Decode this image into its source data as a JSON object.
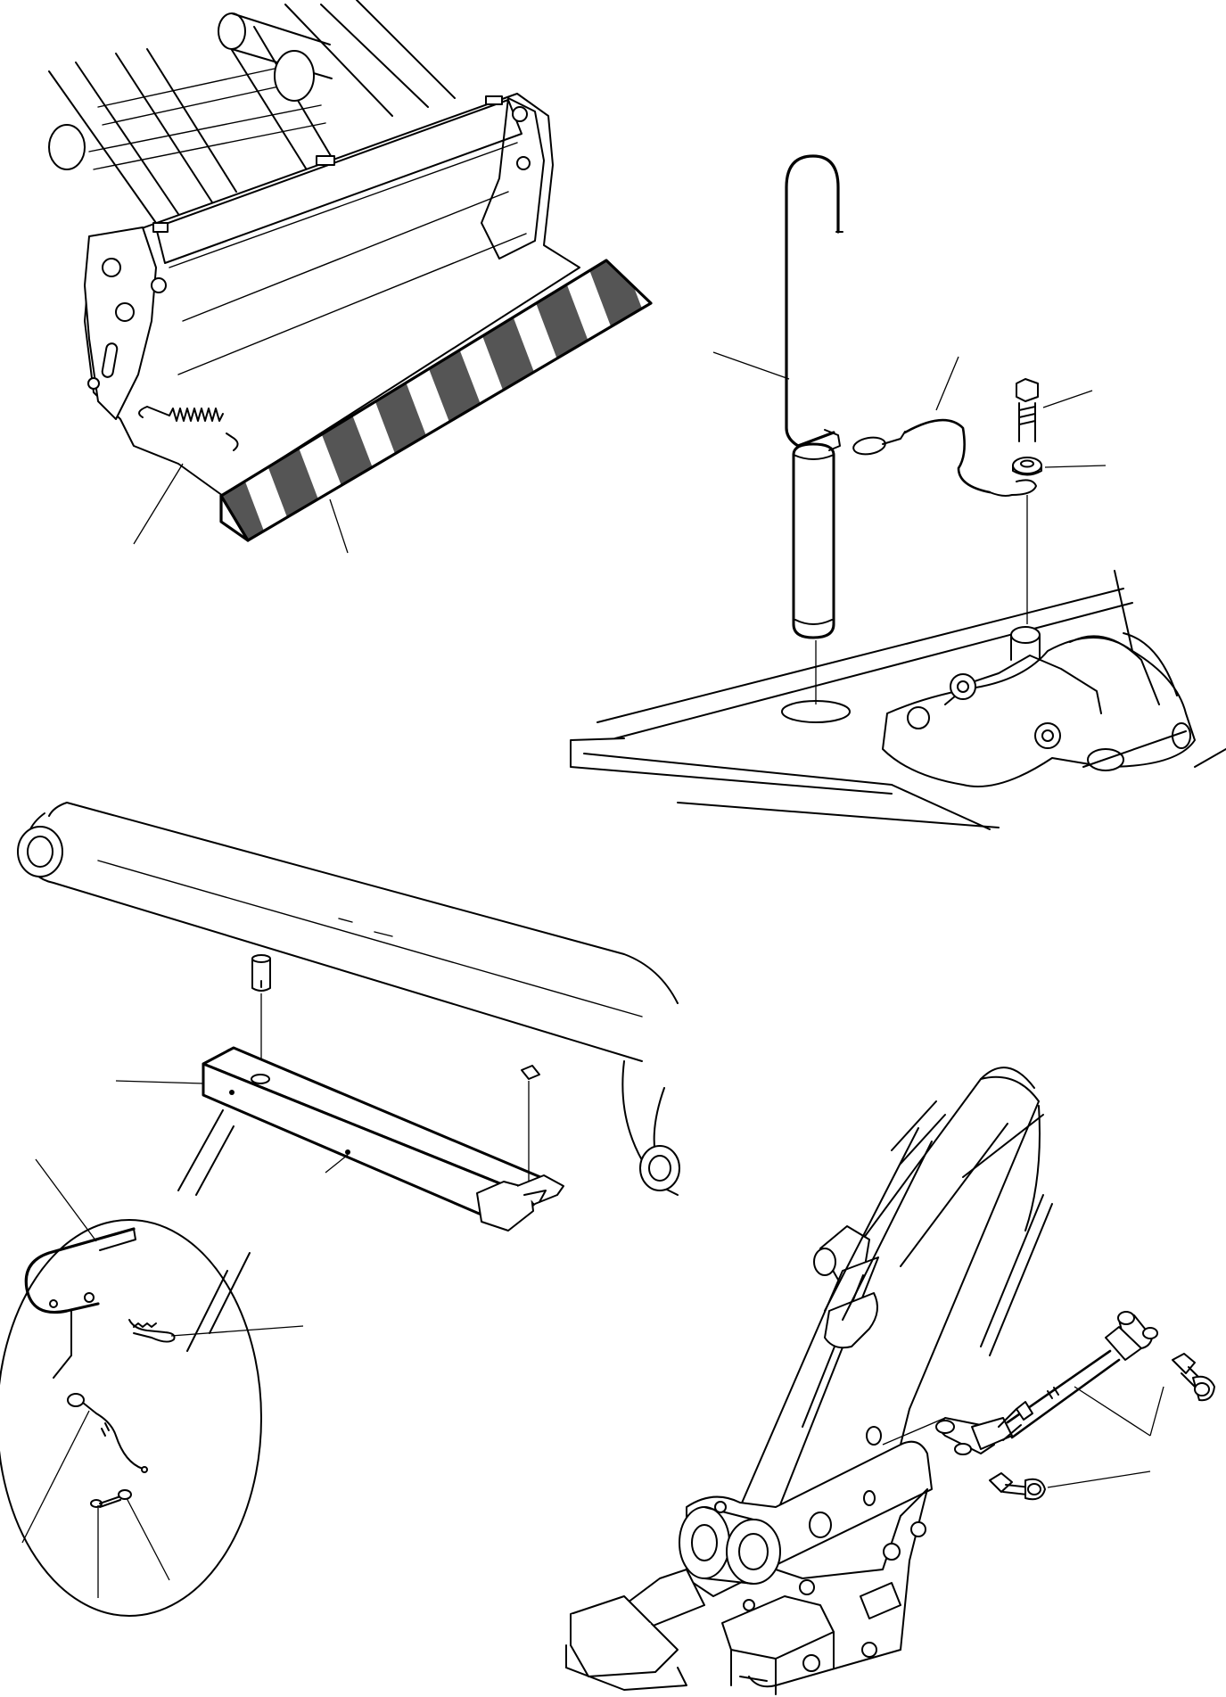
{
  "colors": {
    "ink": "#000000",
    "paper": "#ffffff"
  },
  "figures": [
    {
      "id": "bucket-guard",
      "items": [
        "warning-stripe-guard",
        "tension-spring"
      ]
    },
    {
      "id": "lock-pin",
      "items": [
        "hook-handle-pin",
        "tether-cable",
        "bolt",
        "washer"
      ]
    },
    {
      "id": "arm-safety-bar",
      "items": [
        "safety-bar",
        "locking-pin",
        "r-clip",
        "ring",
        "cable",
        "screw",
        "washer"
      ]
    },
    {
      "id": "boom-safety-chain",
      "items": [
        "chain-assembly",
        "fixing-bolts"
      ]
    }
  ]
}
